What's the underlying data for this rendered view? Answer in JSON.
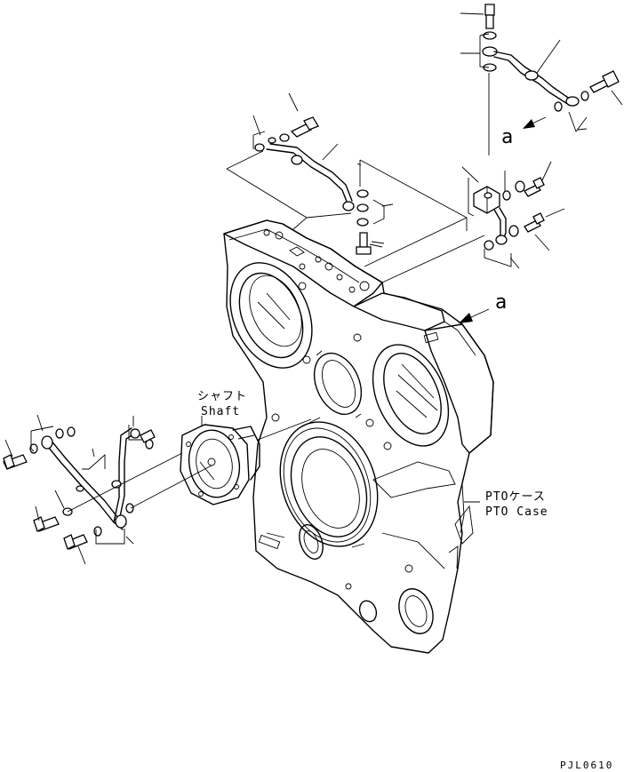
{
  "labels": {
    "view_arrow_top": "a",
    "view_arrow_case": "a",
    "shaft_jp": "シャフト",
    "shaft_en": "Shaft",
    "pto_case_jp": "PTOケース",
    "pto_case_en": "PTO Case",
    "drawing_code": "PJL0610"
  }
}
